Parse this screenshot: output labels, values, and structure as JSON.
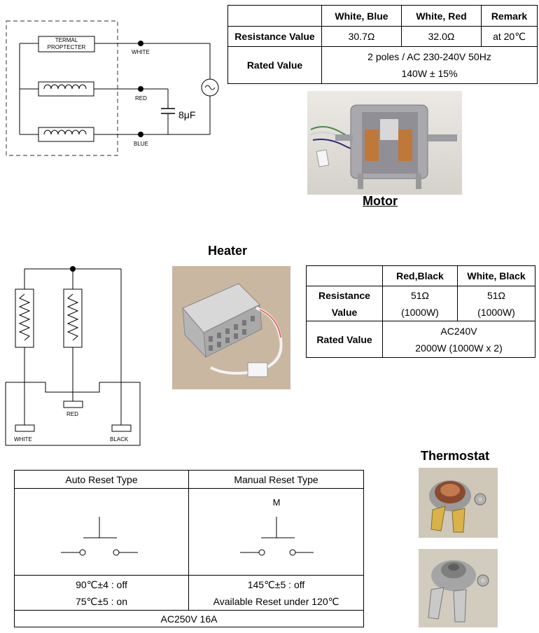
{
  "motor": {
    "circuit": {
      "thermal_protector": [
        "TERMAL",
        "PROPTECTER"
      ],
      "wire_white": "WHITE",
      "wire_red": "RED",
      "wire_blue": "BLUE",
      "capacitor": "8μF"
    },
    "table": {
      "col_white_blue": "White,  Blue",
      "col_white_red": "White,  Red",
      "col_remark": "Remark",
      "row_resistance": "Resistance Value",
      "resistance_white_blue": "30.7Ω",
      "resistance_white_red": "32.0Ω",
      "resistance_remark": "at 20℃",
      "row_rated": "Rated  Value",
      "rated_line1": "2  poles  /  AC  230-240V  50Hz",
      "rated_line2": "140W  ±  15%"
    },
    "caption": "Motor"
  },
  "heater": {
    "title": "Heater",
    "circuit": {
      "wire_white": "WHITE",
      "wire_red": "RED",
      "wire_black": "BLACK"
    },
    "table": {
      "col_red_black": "Red,Black",
      "col_white_black": "White,  Black",
      "row_resistance_1": "Resistance",
      "row_resistance_2": "Value",
      "res_red_black": "51Ω",
      "res_red_black_w": "(1000W)",
      "res_white_black": "51Ω",
      "res_white_black_w": "(1000W)",
      "row_rated": "Rated  Value",
      "rated_line1": "AC240V",
      "rated_line2": "2000W  (1000W  x  2)"
    }
  },
  "thermostat": {
    "title": "Thermostat",
    "table": {
      "col_auto": "Auto  Reset  Type",
      "col_manual": "Manual  Reset  Type",
      "manual_symbol": "M",
      "auto_off": "90℃±4  :  off",
      "auto_on": "75℃±5  :  on",
      "manual_off": "145℃±5  :  off",
      "manual_reset": "Available  Reset  under  120℃",
      "rating": "AC250V  16A"
    }
  }
}
